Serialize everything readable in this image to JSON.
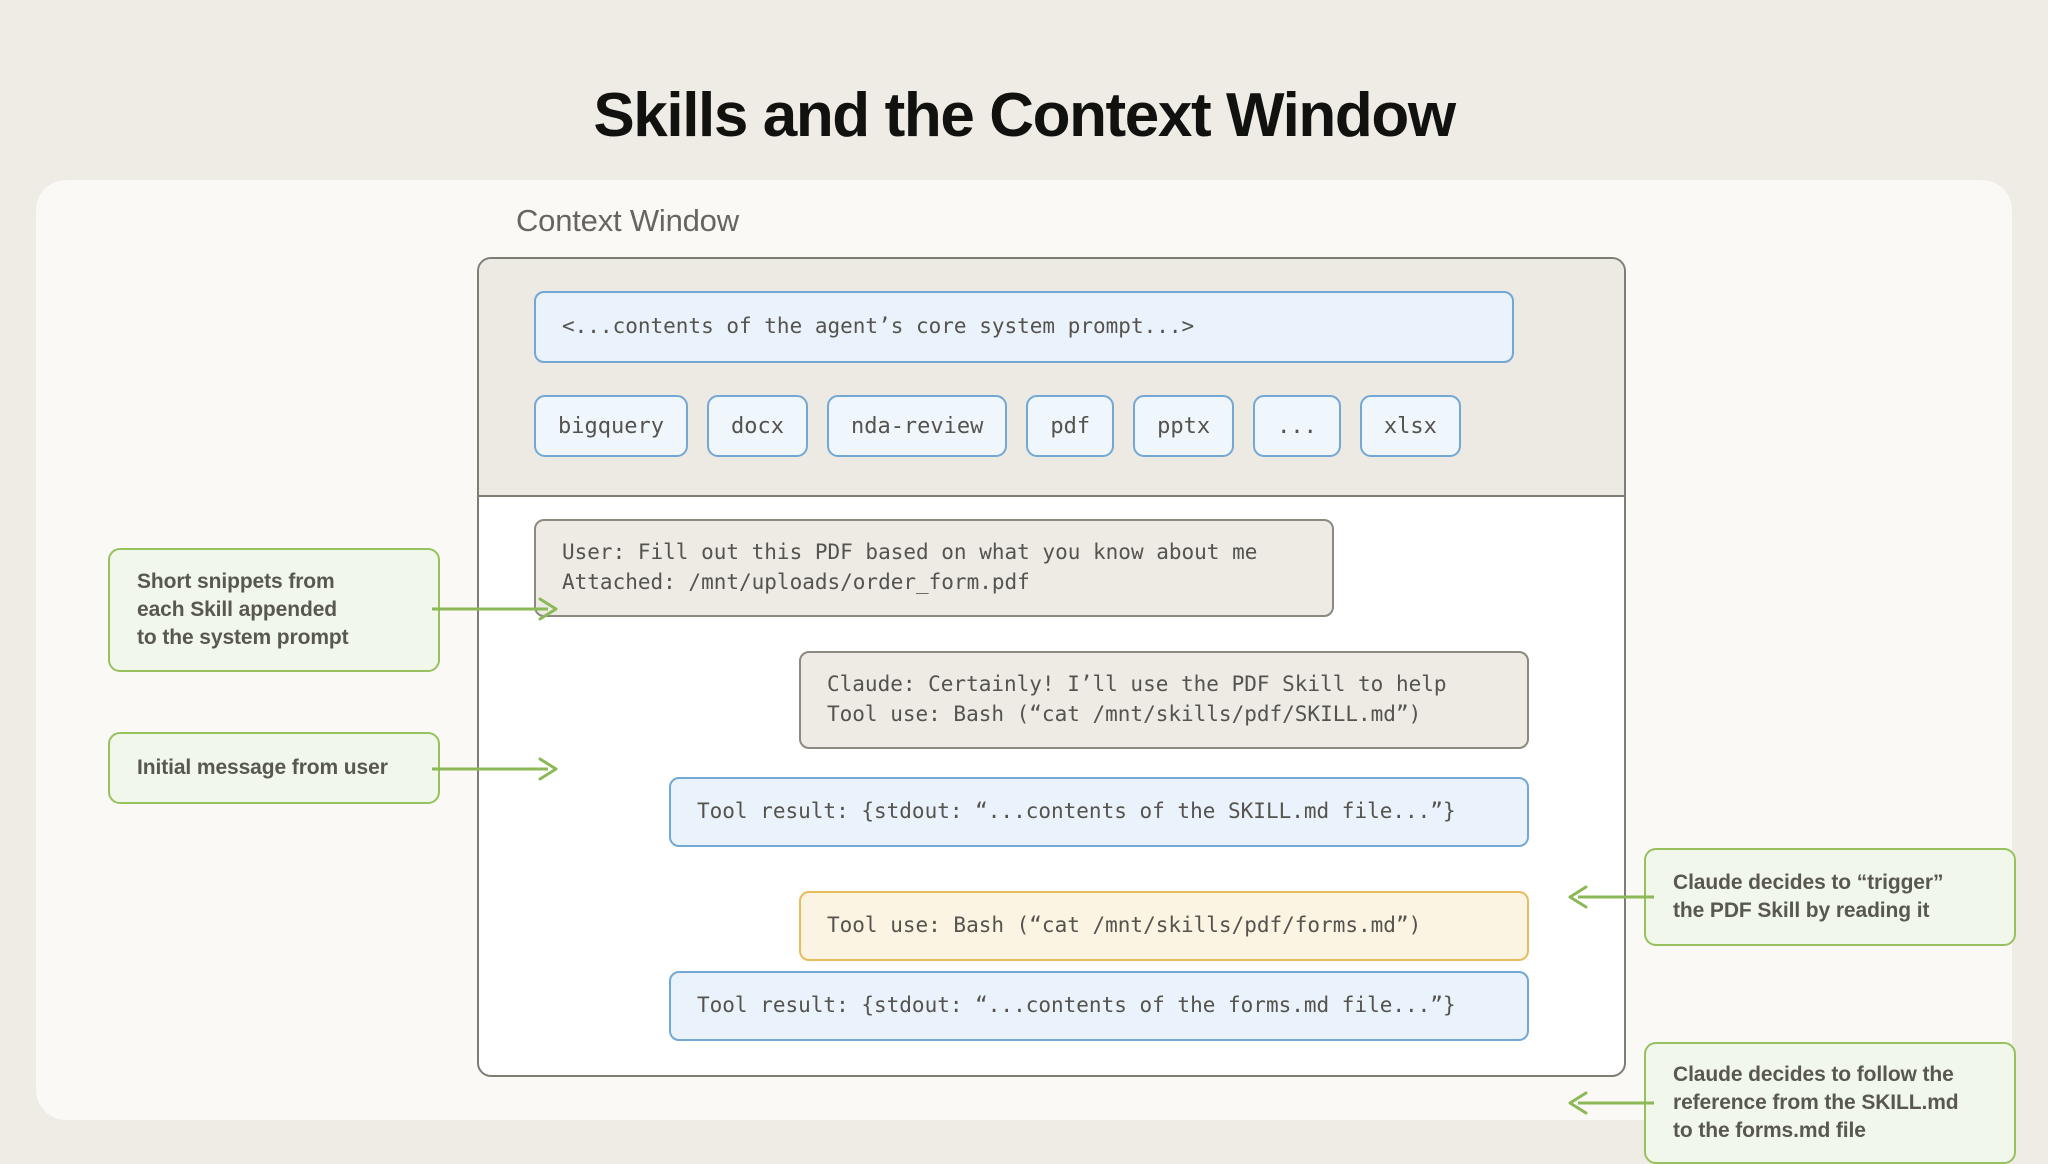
{
  "title": "Skills and the Context Window",
  "context_window": {
    "label": "Context Window",
    "system_prompt": "<...contents of the agent’s core system prompt...>",
    "skills": [
      {
        "name": "bigquery"
      },
      {
        "name": "docx"
      },
      {
        "name": "nda-review"
      },
      {
        "name": "pdf"
      },
      {
        "name": "pptx"
      },
      {
        "name": "..."
      },
      {
        "name": "xlsx"
      }
    ],
    "messages": [
      {
        "id": "user-message",
        "kind": "user",
        "style": "grey",
        "text": "User: Fill out this PDF based on what you know about me\nAttached: /mnt/uploads/order_form.pdf"
      },
      {
        "id": "claude-reply",
        "kind": "assistant",
        "style": "grey",
        "text": "Claude: Certainly! I’ll use the PDF Skill to help\nTool use: Bash (“cat /mnt/skills/pdf/SKILL.md”)"
      },
      {
        "id": "tool-result-1",
        "kind": "tool-result",
        "style": "blue",
        "text": "Tool result: {stdout: “...contents of the SKILL.md file...”}"
      },
      {
        "id": "tool-use",
        "kind": "tool-use",
        "style": "amber",
        "text": "Tool use: Bash (“cat /mnt/skills/pdf/forms.md”)"
      },
      {
        "id": "tool-result-2",
        "kind": "tool-result",
        "style": "blue",
        "text": "Tool result: {stdout: “...contents of the forms.md file...”}"
      }
    ]
  },
  "annotations": [
    {
      "id": "callout-snippets",
      "side": "left",
      "text": "Short snippets from\neach Skill appended\nto the system prompt"
    },
    {
      "id": "callout-initial",
      "side": "left",
      "text": "Initial message from user"
    },
    {
      "id": "callout-trigger",
      "side": "right",
      "text": "Claude decides to “trigger”\nthe PDF Skill by reading it"
    },
    {
      "id": "callout-follow",
      "side": "right",
      "text": "Claude decides to follow the\nreference from the SKILL.md\nto the forms.md file"
    }
  ],
  "colors": {
    "page_background": "#efece6",
    "card_background": "#faf9f5",
    "system_region_background": "#eceae2",
    "frame_border": "#7e7d74",
    "blue_fill": "#eaf3fb",
    "blue_border": "#74a8d4",
    "grey_fill": "#edebe3",
    "grey_border": "#8b8a81",
    "amber_fill": "#fbf4e2",
    "amber_border": "#e6bc5c",
    "callout_fill": "#f1f7ea",
    "callout_border": "#97c15f",
    "arrow": "#8cb857",
    "title_text": "#11110f",
    "body_text": "#54534d"
  }
}
